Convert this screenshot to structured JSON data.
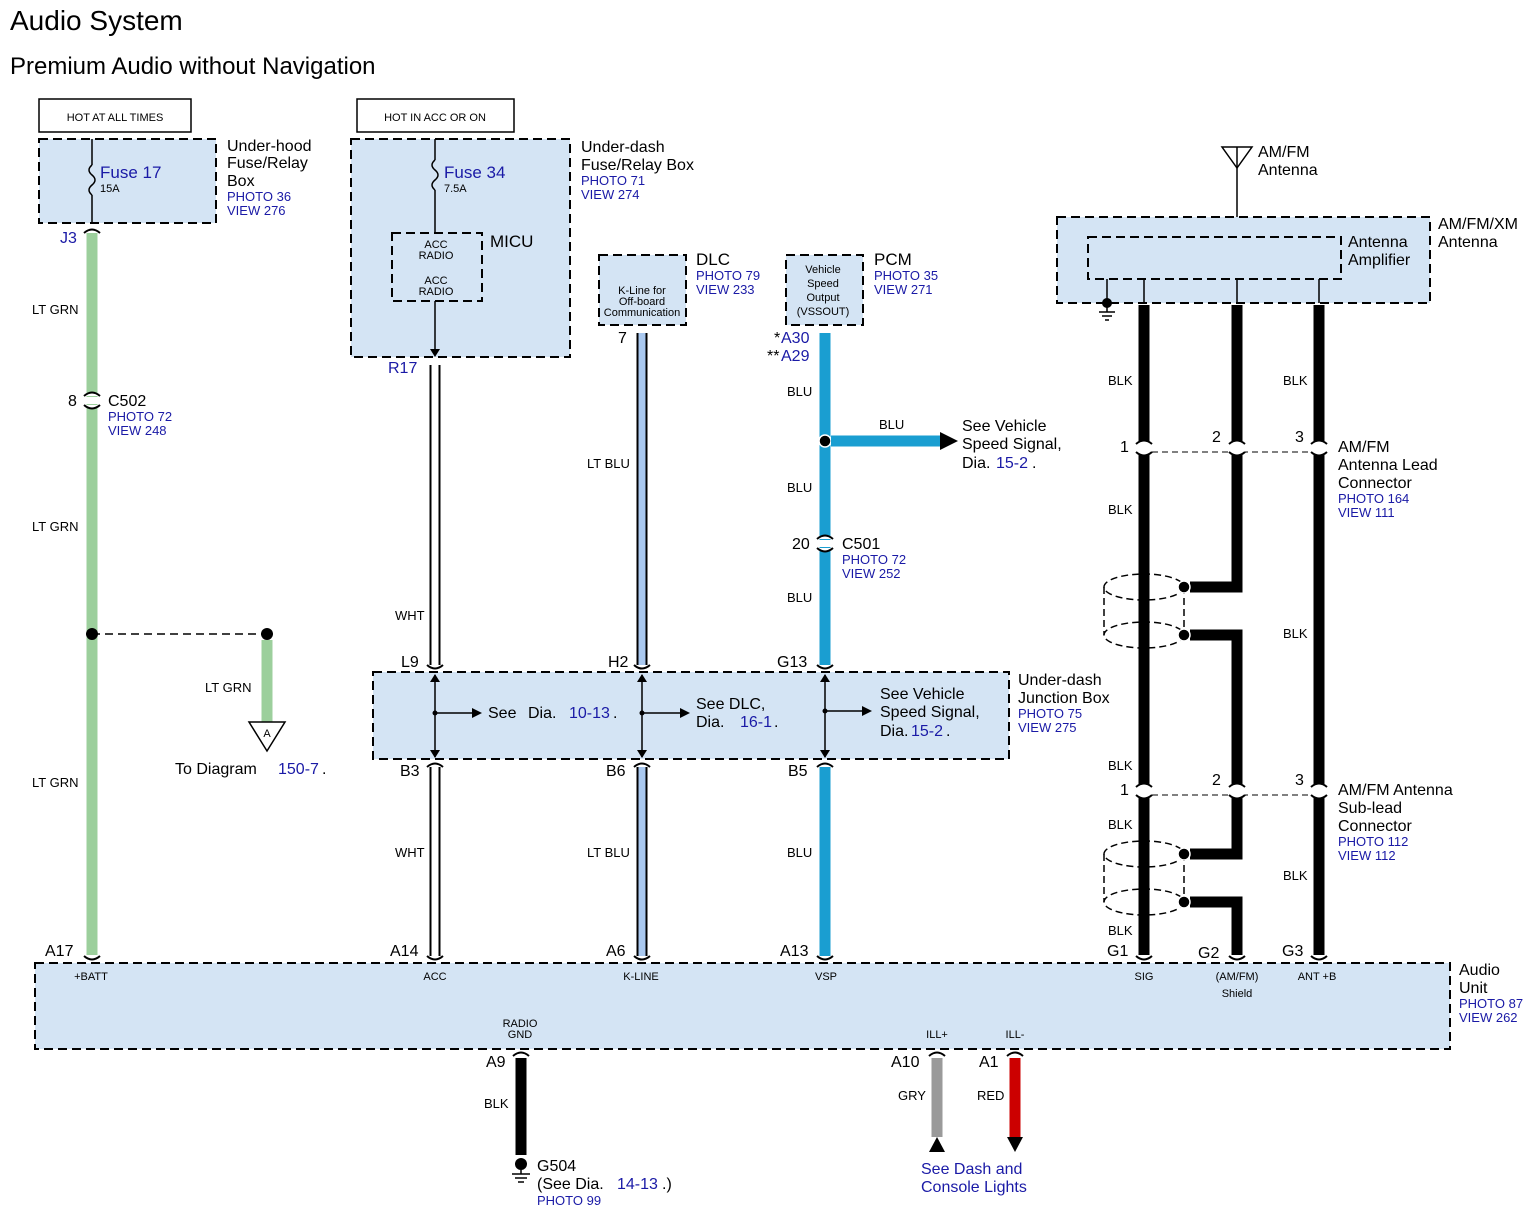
{
  "title": "Audio System",
  "subtitle": "Premium Audio without Navigation",
  "hot_labels": {
    "all_times": "HOT AT ALL TIMES",
    "acc_on": "HOT IN ACC OR ON"
  },
  "underhood": {
    "name_lines": [
      "Under-hood",
      "Fuse/Relay",
      "Box"
    ],
    "photo": "PHOTO 36",
    "view": "VIEW 276",
    "fuse": "Fuse 17",
    "rating": "15A",
    "pin": "J3"
  },
  "underdash": {
    "name_lines": [
      "Under-dash",
      "Fuse/Relay Box"
    ],
    "photo": "PHOTO 71",
    "view": "VIEW 274",
    "fuse": "Fuse 34",
    "rating": "7.5A",
    "micu": "MICU",
    "acc1": [
      "ACC",
      "RADIO"
    ],
    "acc2": [
      "ACC",
      "RADIO"
    ],
    "pin": "R17"
  },
  "dlc": {
    "name": "DLC",
    "photo": "PHOTO 79",
    "view": "VIEW 233",
    "inner": [
      "K-Line for",
      "Off-board",
      "Communication"
    ],
    "pin": "7"
  },
  "pcm": {
    "name": "PCM",
    "photo": "PHOTO 35",
    "view": "VIEW 271",
    "inner": [
      "Vehicle",
      "Speed",
      "Output",
      "(VSSOUT)"
    ],
    "pin1_star": "*",
    "pin1": "A30",
    "pin2_star": "**",
    "pin2": "A29"
  },
  "antenna": {
    "top_lines": [
      "AM/FM",
      "Antenna"
    ],
    "box_lines": [
      "AM/FM/XM",
      "Antenna"
    ],
    "amp_lines": [
      "Antenna",
      "Amplifier"
    ]
  },
  "wires": {
    "ltgrn": "LT GRN",
    "wht": "WHT",
    "ltblu": "LT BLU",
    "blu": "BLU",
    "blk": "BLK",
    "gry": "GRY",
    "red": "RED"
  },
  "c502": {
    "pin": "8",
    "name": "C502",
    "photo": "PHOTO 72",
    "view": "VIEW 248"
  },
  "c501": {
    "pin": "20",
    "name": "C501",
    "photo": "PHOTO 72",
    "view": "VIEW 252"
  },
  "vss_ref": {
    "lines": [
      "See Vehicle",
      "Speed Signal,"
    ],
    "dia": "Dia.",
    "num": "15-2",
    "dot": "."
  },
  "to_diagram": {
    "text": "To Diagram",
    "num": "150-7",
    "dot": ".",
    "marker": "A"
  },
  "junction": {
    "name_lines": [
      "Under-dash",
      "Junction Box"
    ],
    "photo": "PHOTO 75",
    "view": "VIEW 275",
    "top_pins": [
      "L9",
      "H2",
      "G13"
    ],
    "bottom_pins": [
      "B3",
      "B6",
      "B5"
    ],
    "ref1_see": "See",
    "ref1_dia": "Dia.",
    "ref1_num": "10-13",
    "ref1_dot": ".",
    "ref2_line1": "See DLC,",
    "ref2_dia": "Dia.",
    "ref2_num": "16-1",
    "ref2_dot": ".",
    "ref3_lines": [
      "See Vehicle",
      "Speed Signal,"
    ],
    "ref3_dia": "Dia.",
    "ref3_num": "15-2",
    "ref3_dot": "."
  },
  "lead_conn": {
    "pins": [
      "1",
      "2",
      "3"
    ],
    "name_lines": [
      "AM/FM",
      "Antenna Lead",
      "Connector"
    ],
    "photo": "PHOTO 164",
    "view": "VIEW 111"
  },
  "sub_conn": {
    "pins": [
      "1",
      "2",
      "3"
    ],
    "name_lines": [
      "AM/FM Antenna",
      "Sub-lead",
      "Connector"
    ],
    "photo": "PHOTO 112",
    "view": "VIEW 112"
  },
  "audio_unit": {
    "name_lines": [
      "Audio",
      "Unit"
    ],
    "photo": "PHOTO 87",
    "view": "VIEW 262",
    "top_pins": [
      "A17",
      "A14",
      "A6",
      "A13",
      "G1",
      "G2",
      "G3"
    ],
    "top_labels": [
      "+BATT",
      "ACC",
      "K-LINE",
      "VSP",
      "SIG",
      "(AM/FM)",
      "ANT +B"
    ],
    "shield": "Shield",
    "radio_gnd": [
      "RADIO",
      "GND"
    ],
    "ill_plus": "ILL+",
    "ill_minus": "ILL-",
    "bottom_pins": [
      "A9",
      "A10",
      "A1"
    ]
  },
  "ground": {
    "name": "G504",
    "see": "(See Dia.",
    "num": "14-13",
    "close": ".)",
    "photo": "PHOTO 99"
  },
  "dash_lights": [
    "See Dash and",
    "Console Lights"
  ],
  "colors": {
    "box_fill": "#d4e4f4",
    "ltgrn": "#9ccf9c",
    "ltblu": "#a9c8ef",
    "blu": "#1a9ed1",
    "blk": "#000000",
    "gry": "#9a9a9a",
    "red": "#cc0000",
    "link": "#1a1aa6"
  }
}
